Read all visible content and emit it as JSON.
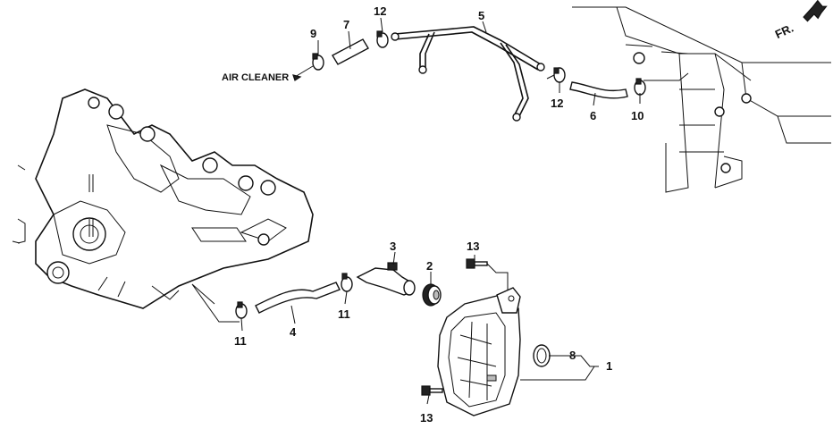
{
  "header": {
    "direction_label": "FR."
  },
  "labels": {
    "air_cleaner": "AIR CLEANER"
  },
  "callouts": {
    "c1": "1",
    "c2": "2",
    "c3": "3",
    "c4": "4",
    "c5": "5",
    "c6": "6",
    "c7": "7",
    "c8": "8",
    "c9": "9",
    "c10": "10",
    "c11a": "11",
    "c11b": "11",
    "c12a": "12",
    "c12b": "12",
    "c13a": "13",
    "c13b": "13"
  }
}
